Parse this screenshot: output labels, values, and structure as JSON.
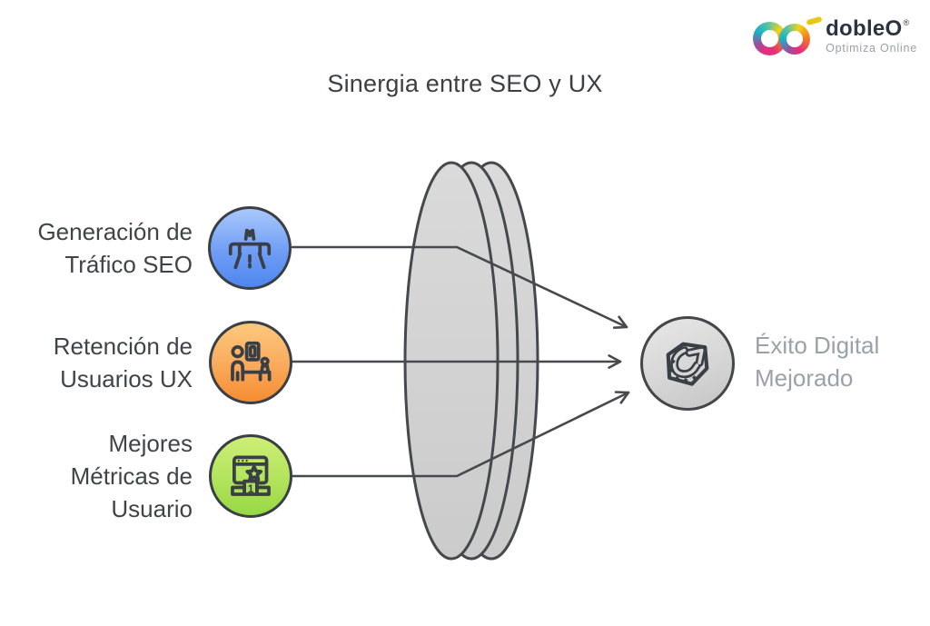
{
  "title": "Sinergia entre SEO y UX",
  "logo": {
    "brand": "dobleO",
    "registered_mark": "®",
    "tagline": "Optimiza Online",
    "colors": {
      "teal": "#18b3c6",
      "yellow": "#f2d21b",
      "pink": "#e62e7b",
      "orange": "#ef7d23",
      "text": "#2a333f",
      "tagline_text": "#99a0a8"
    }
  },
  "diagram": {
    "inputs": [
      {
        "id": "seo-traffic",
        "icon": "highway-icon",
        "lines": [
          "Generación de",
          "Tráfico SEO"
        ],
        "color_top": "#a9c8fa",
        "color_bottom": "#4e86ef"
      },
      {
        "id": "ux-retention",
        "icon": "museum-visitor-icon",
        "lines": [
          "Retención de",
          "Usuarios UX"
        ],
        "color_top": "#fcc97e",
        "color_bottom": "#f68c33"
      },
      {
        "id": "user-metrics",
        "icon": "ranking-podium-icon",
        "lines": [
          "Mejores",
          "Métricas de",
          "Usuario"
        ],
        "podium_rank": "1",
        "color_top": "#cdee75",
        "color_bottom": "#97d844"
      }
    ],
    "output": {
      "id": "digital-success",
      "icon": "success-arrow-icon",
      "lines": [
        "Éxito Digital",
        "Mejorado"
      ],
      "color_top": "#e7e7e7",
      "color_bottom": "#c5c5c5"
    },
    "lens": {
      "fill_top": "#dadada",
      "fill_bottom": "#cbcbcb",
      "stroke": "#45494e"
    },
    "connector_color": "#46494d",
    "node_border_color": "#3a3f45",
    "label_color": "#3f4449",
    "output_label_color": "#9ba1a8",
    "title_color": "#3c4043"
  }
}
